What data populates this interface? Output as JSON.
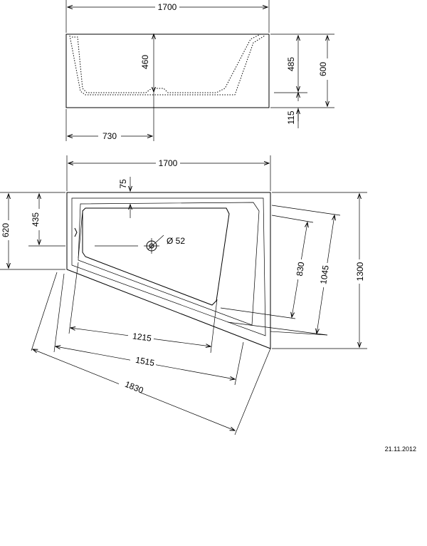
{
  "side_view": {
    "overall_length": "1700",
    "inner_depth": "460",
    "depth_to_floor": "485",
    "overall_height": "600",
    "base_height": "115",
    "drain_position": "730"
  },
  "top_view": {
    "overall_length": "1700",
    "rim_offset": "75",
    "drain_diameter": "Ø 52",
    "left_outer_width": "620",
    "left_inner_width": "435",
    "inner_length": "1215",
    "bottom_inner": "1515",
    "bottom_outer": "1830",
    "right_inner": "830",
    "right_mid": "1045",
    "right_outer": "1300"
  },
  "date": "21.11.2012"
}
